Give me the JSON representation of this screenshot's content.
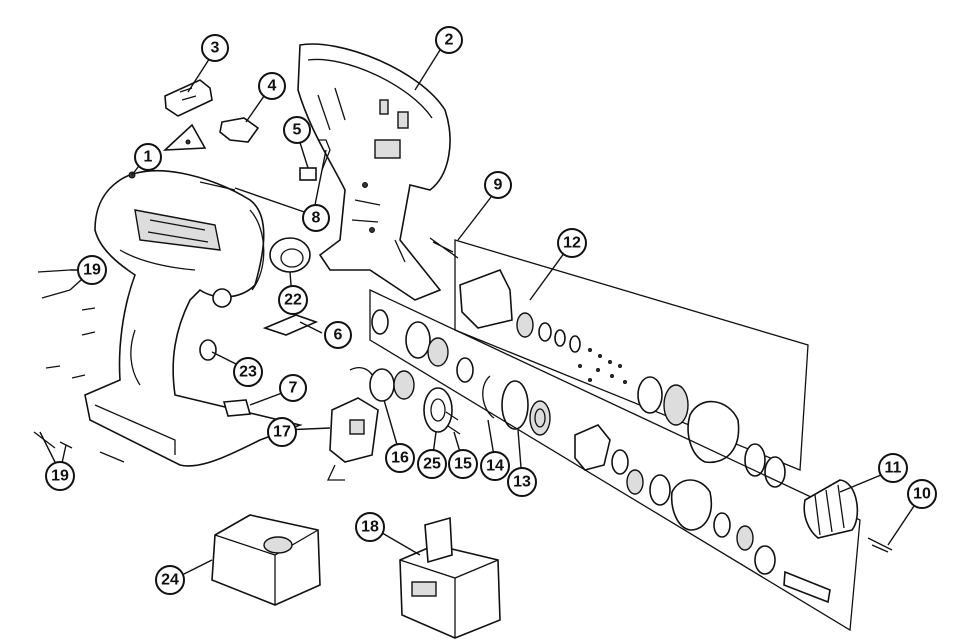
{
  "callouts": [
    {
      "id": "1",
      "label": "1"
    },
    {
      "id": "2",
      "label": "2"
    },
    {
      "id": "3",
      "label": "3"
    },
    {
      "id": "4",
      "label": "4"
    },
    {
      "id": "5",
      "label": "5"
    },
    {
      "id": "6",
      "label": "6"
    },
    {
      "id": "7",
      "label": "7"
    },
    {
      "id": "8",
      "label": "8"
    },
    {
      "id": "9",
      "label": "9"
    },
    {
      "id": "10",
      "label": "10"
    },
    {
      "id": "11",
      "label": "11"
    },
    {
      "id": "12",
      "label": "12"
    },
    {
      "id": "13",
      "label": "13"
    },
    {
      "id": "14",
      "label": "14"
    },
    {
      "id": "15",
      "label": "15"
    },
    {
      "id": "16",
      "label": "16"
    },
    {
      "id": "17",
      "label": "17"
    },
    {
      "id": "18",
      "label": "18"
    },
    {
      "id": "19a",
      "label": "19"
    },
    {
      "id": "19b",
      "label": "19"
    },
    {
      "id": "22",
      "label": "22"
    },
    {
      "id": "23",
      "label": "23"
    },
    {
      "id": "24",
      "label": "24"
    },
    {
      "id": "25",
      "label": "25"
    }
  ]
}
